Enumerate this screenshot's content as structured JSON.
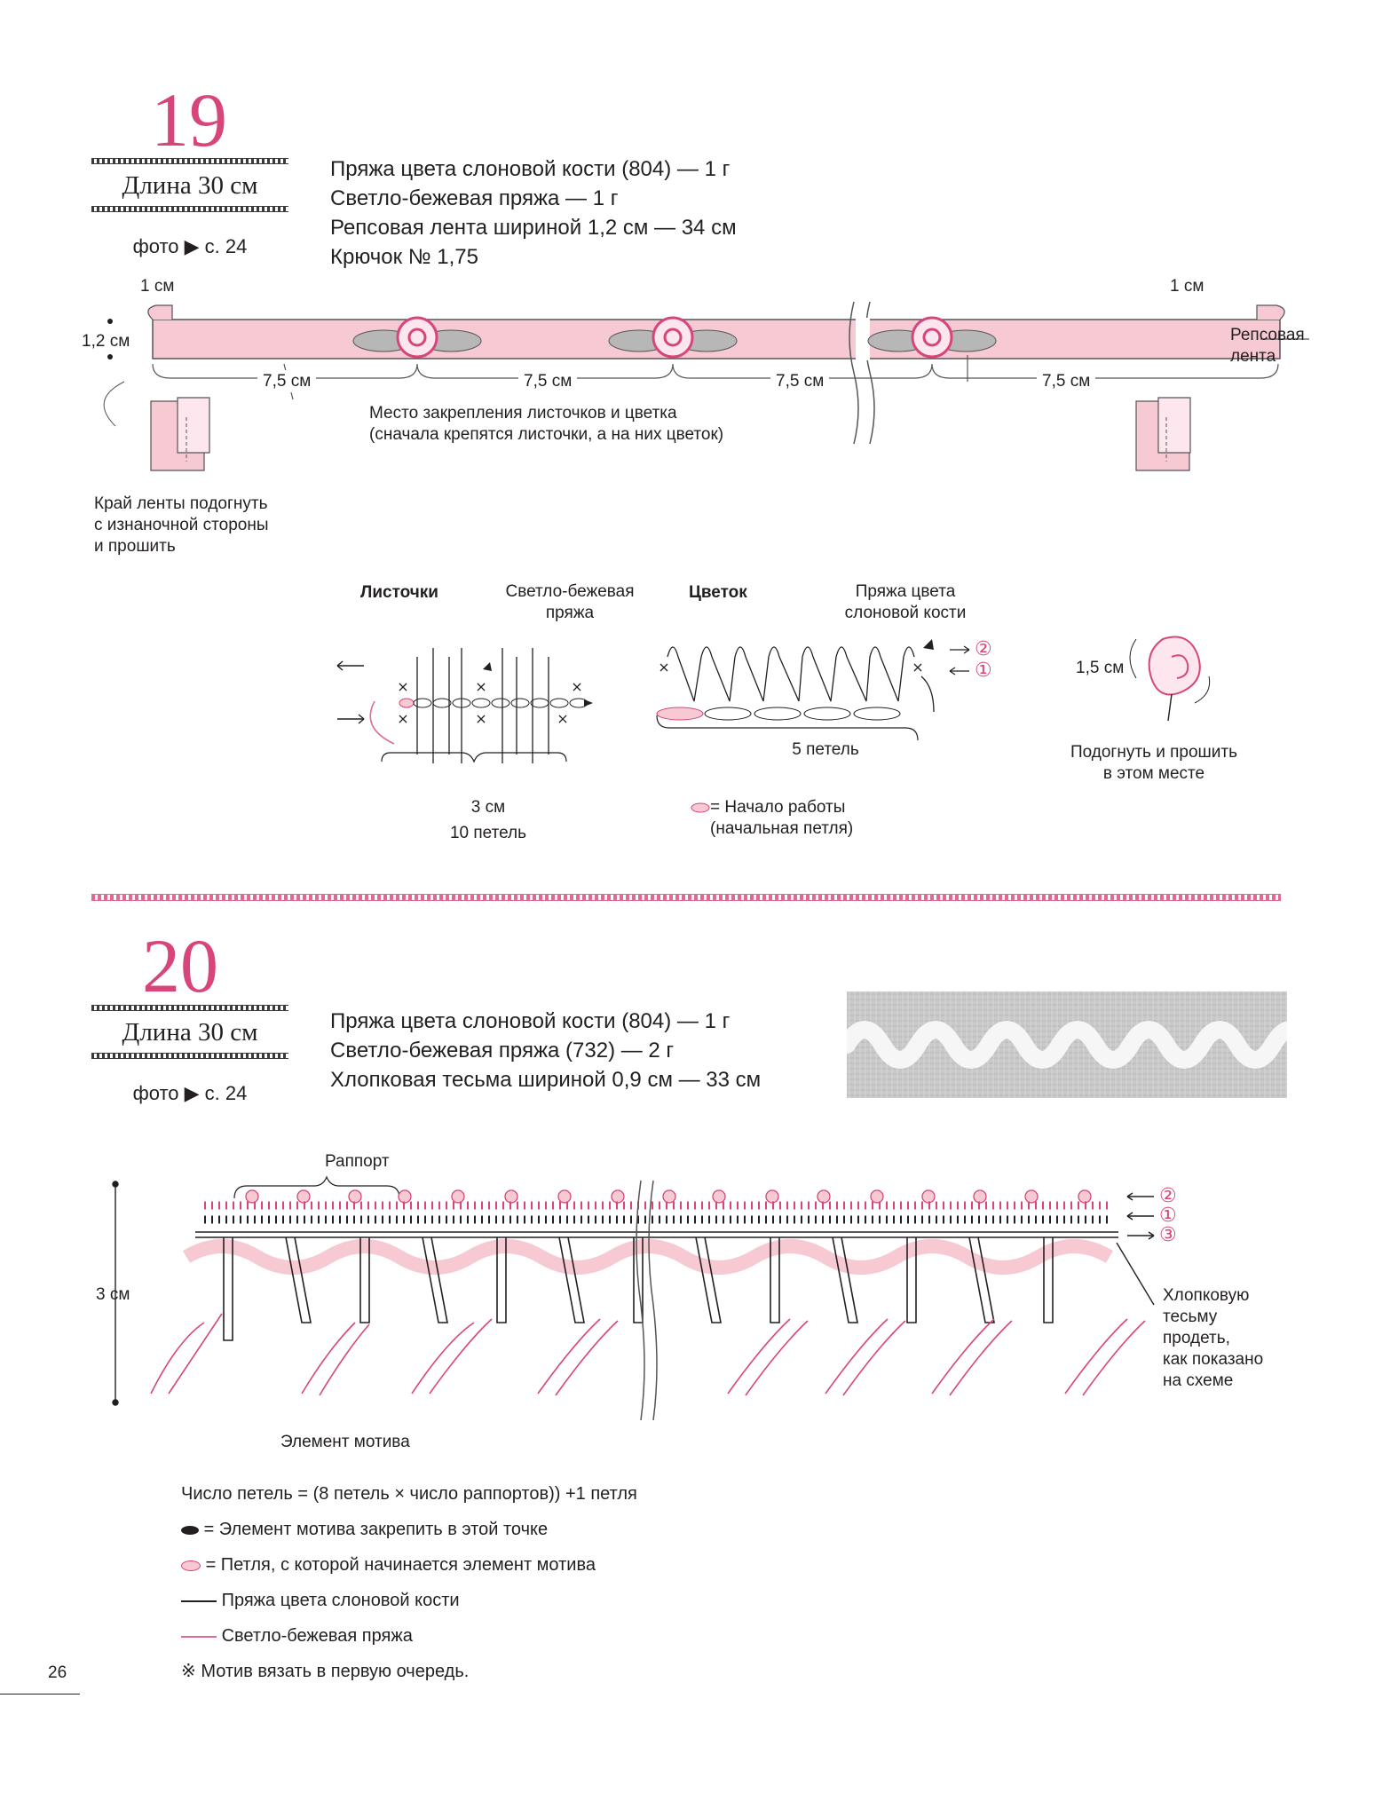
{
  "section19": {
    "number": "19",
    "length": "Длина 30 см",
    "photo_ref": "фото ▶ с. 24",
    "materials": [
      "Пряжа цвета слоновой кости (804) — 1 г",
      "Светло-бежевая пряжа — 1 г",
      "Репсовая лента шириной 1,2 см — 34 см",
      "Крючок № 1,75"
    ],
    "ribbon": {
      "left_fold": "1 см",
      "right_fold": "1 см",
      "width": "1,2 см",
      "ribbon_label": "Репсовая\nлента",
      "spacings": [
        "7,5 см",
        "7,5 см",
        "7,5 см",
        "7,5 см"
      ],
      "attach_note": "Место закрепления листочков и цветка\n(сначала крепятся листочки, а на них цветок)",
      "fold_note": "Край ленты подогнуть\nс изнаночной стороны\nи прошить"
    },
    "leaves": {
      "title": "Листочки",
      "yarn": "Светло-бежевая\nпряжа",
      "width": "3 см",
      "stitches": "10 петель"
    },
    "flower": {
      "title": "Цветок",
      "yarn": "Пряжа цвета\nслоновой кости",
      "row_markers": [
        "②",
        "①"
      ],
      "stitches": "5 петель",
      "size": "1,5 см",
      "sew_note": "Подогнуть и прошить\nв этом месте"
    },
    "start_legend": "= Начало работы\n(начальная петля)"
  },
  "section20": {
    "number": "20",
    "length": "Длина 30 см",
    "photo_ref": "фото ▶ с. 24",
    "materials": [
      "Пряжа цвета слоновой кости (804) — 1 г",
      "Светло-бежевая пряжа (732) — 2 г",
      "Хлопковая тесьма шириной 0,9 см — 33 см"
    ],
    "diagram": {
      "repeat_label": "Раппорт",
      "height": "3 см",
      "row_markers": [
        "②",
        "①",
        "③"
      ],
      "tape_note": "Хлопковую\nтесьму\nпродеть,\nкак показано\nна схеме",
      "motif_label": "Элемент мотива"
    },
    "legend": [
      "Число петель = (8 петель × число раппортов)) +1 петля",
      "= Элемент мотива закрепить в этой точке",
      "= Петля, с которой начинается элемент мотива",
      "Пряжа цвета слоновой кости",
      "Светло-бежевая пряжа",
      "※ Мотив вязать в первую очередь."
    ]
  },
  "page_number": "26",
  "colors": {
    "accent": "#d8457a",
    "ribbon": "#f7c9d3",
    "leaf": "#b7b7b7",
    "dark": "#231f20"
  }
}
